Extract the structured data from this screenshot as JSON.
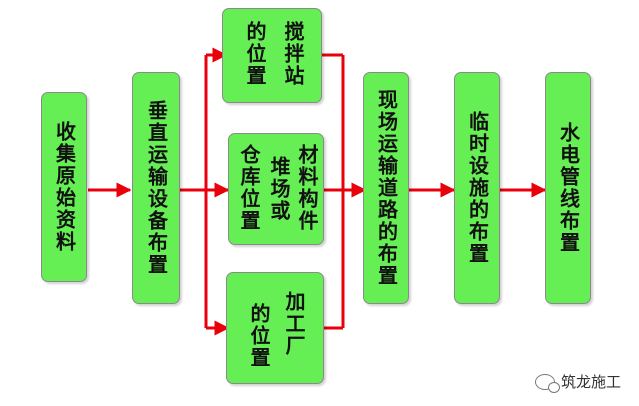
{
  "nodes": {
    "collect": "收集原始资料",
    "vertical": "垂直运输设备布置",
    "mixer_col1": "搅拌站",
    "mixer_col2": "的位置",
    "material_col1": "材料构件",
    "material_col2": "堆场或",
    "material_col3": "仓库位置",
    "factory_col1": "加工厂",
    "factory_col2": "的位置",
    "road": "现场运输道路的布置",
    "temp": "临时设施的布置",
    "utility": "水电管线布置"
  },
  "watermark": "筑龙施工",
  "colors": {
    "node_fill": "#66ee55",
    "arrow": "#e8000b"
  }
}
